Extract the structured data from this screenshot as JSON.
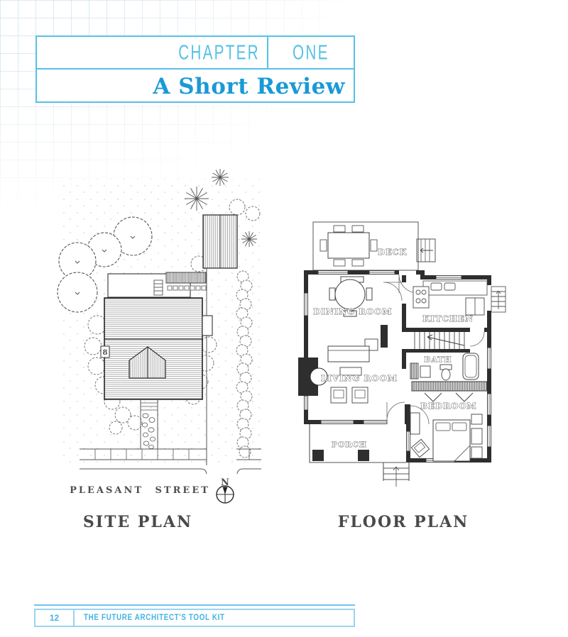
{
  "header": {
    "chapter_label": "CHAPTER",
    "chapter_number": "ONE",
    "title": "A Short Review"
  },
  "site_plan": {
    "title": "SITE PLAN",
    "street_label": "PLEASANT STREET",
    "north_label": "N",
    "house_number": "8"
  },
  "floor_plan": {
    "title": "FLOOR PLAN",
    "rooms": {
      "deck": "DECK",
      "dining": "DINING ROOM",
      "kitchen": "KITCHEN",
      "bath": "BATH",
      "living": "LIVING ROOM",
      "bedroom": "BEDROOM",
      "porch": "PORCH"
    }
  },
  "footer": {
    "page_number": "12",
    "book_title": "THE FUTURE ARCHITECT'S TOOL KIT"
  },
  "colors": {
    "accent_blue": "#56c1e8",
    "title_blue": "#199ad6",
    "ink": "#4a4a4a"
  }
}
